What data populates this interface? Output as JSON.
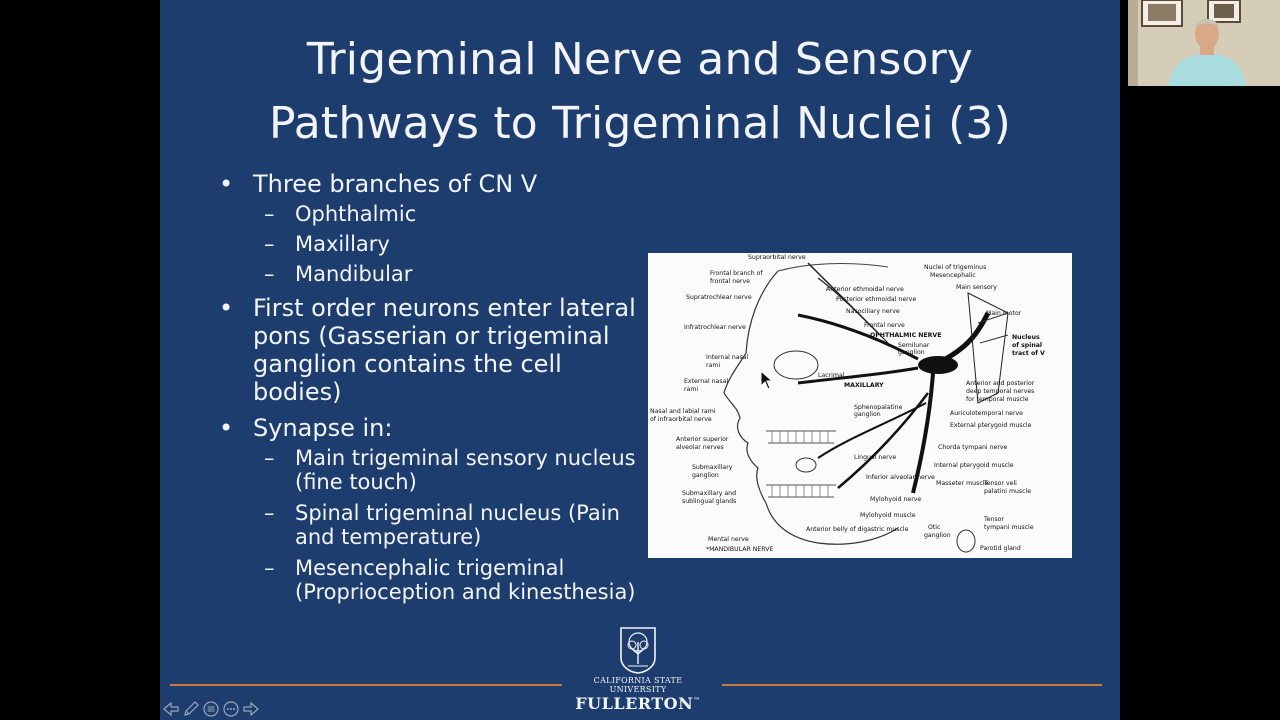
{
  "slide": {
    "title_lines": [
      "Trigeminal Nerve and Sensory",
      "Pathways to Trigeminal Nuclei (3)"
    ],
    "bullets": [
      {
        "lines": [
          "Three branches of CN V"
        ],
        "subs": [
          {
            "lines": [
              "Ophthalmic"
            ]
          },
          {
            "lines": [
              "Maxillary"
            ]
          },
          {
            "lines": [
              "Mandibular"
            ]
          }
        ]
      },
      {
        "lines": [
          "First order neurons enter lateral",
          "pons (Gasserian or trigeminal",
          "ganglion contains the cell bodies)"
        ],
        "subs": []
      },
      {
        "lines": [
          "Synapse in:"
        ],
        "subs": [
          {
            "lines": [
              "Main trigeminal sensory nucleus",
              "(fine touch)"
            ]
          },
          {
            "lines": [
              "Spinal trigeminal nucleus (Pain",
              "and temperature)"
            ]
          },
          {
            "lines": [
              "Mesencephalic trigeminal",
              "(Proprioception and kinesthesia)"
            ]
          }
        ]
      }
    ]
  },
  "diagram": {
    "labels": [
      "Supraorbital nerve",
      "Frontal branch of",
      "frontal nerve",
      "Supratrochlear nerve",
      "Infratrochlear nerve",
      "Internal nasal",
      "rami",
      "External nasal",
      "rami",
      "Nasal and labial rami",
      "of infraorbital nerve",
      "Anterior superior",
      "alveolar nerves",
      "Submaxillary",
      "ganglion",
      "Submaxillary and",
      "sublingual glands",
      "Mental nerve",
      "*MANDIBULAR NERVE",
      "Anterior ethmoidal nerve",
      "Posterior ethmoidal nerve",
      "Nasociliary nerve",
      "Frontal nerve",
      "OPHTHALMIC NERVE",
      "Semilunar",
      "ganglion",
      "Lacrimal",
      "MAXILLARY",
      "Sphenopalatine",
      "ganglion",
      "Lingual nerve",
      "Inferior alveolar nerve",
      "Mylohyoid nerve",
      "Mylohyoid muscle",
      "Anterior belly of digastric muscle",
      "Nuclei of trigeminus",
      "Mesencephalic",
      "Main sensory",
      "Main motor",
      "Nucleus",
      "of spinal",
      "tract of V",
      "Anterior and posterior",
      "deep temporal nerves",
      "for temporal muscle",
      "Auriculotemporal nerve",
      "External pterygoid muscle",
      "Chorda tympani nerve",
      "Internal pterygoid muscle",
      "Masseter muscle",
      "Tensor veli",
      "palatini muscle",
      "Tensor",
      "tympani muscle",
      "Otic",
      "ganglion",
      "Parotid gland"
    ]
  },
  "logo": {
    "university": "CALIFORNIA STATE UNIVERSITY",
    "campus": "FULLERTON",
    "trademark": "™"
  },
  "colors": {
    "slide_bg": "#1d3d6e",
    "text": "#f2f4f8",
    "accent_rule": "#c97a3a"
  },
  "nav_icons": [
    "arrow-left-icon",
    "pen-icon",
    "menu-icon",
    "more-icon",
    "arrow-right-icon"
  ]
}
